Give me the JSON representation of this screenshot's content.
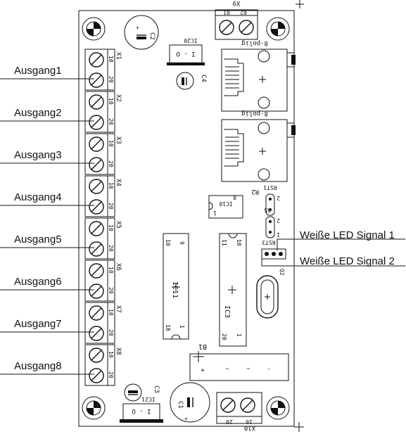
{
  "outputs": [
    "Ausgang1",
    "Ausgang2",
    "Ausgang3",
    "Ausgang4",
    "Ausgang5",
    "Ausgang6",
    "Ausgang7",
    "Ausgang8"
  ],
  "output_connectors": [
    "X1",
    "X2",
    "X3",
    "X4",
    "X5",
    "X6",
    "X7",
    "X8"
  ],
  "pin_labels": [
    "10",
    "20"
  ],
  "led_signals": [
    "Weiße LED Signal 1",
    "Weiße LED Signal 2"
  ],
  "components": {
    "x9": "X9",
    "x9_pins": [
      "01",
      "02"
    ],
    "x10": "X10",
    "x10_pins": [
      "20",
      "10"
    ],
    "c2": "C2",
    "c3": "C3",
    "c4": "C4",
    "c1": "C1",
    "ic20": "IC20",
    "ic21": "IC21",
    "reg_pins": "I - O",
    "jack1": "8-polig",
    "jack2": "8-polig",
    "ic10": "IC10",
    "ic10_pins": [
      "8",
      "1"
    ],
    "rst1": "RST1",
    "r2": "R2",
    "r5": "R5",
    "rst3": "RST3",
    "r_pins": [
      "2",
      "1"
    ],
    "ic11": "IC11",
    "ic11_pins": [
      "10",
      "9",
      "1",
      "18"
    ],
    "ic3": "IC3",
    "ic3_pins": [
      "11",
      "10",
      "1",
      "20"
    ],
    "q2": "Q2",
    "b1": "B1",
    "b1_symbols": [
      "+",
      "~",
      "~",
      "-"
    ]
  },
  "icons": [
    "mounting-hole-icon",
    "screw-terminal-icon",
    "capacitor-icon",
    "rj45-jack-icon",
    "crystal-icon",
    "plus-marker-icon"
  ]
}
